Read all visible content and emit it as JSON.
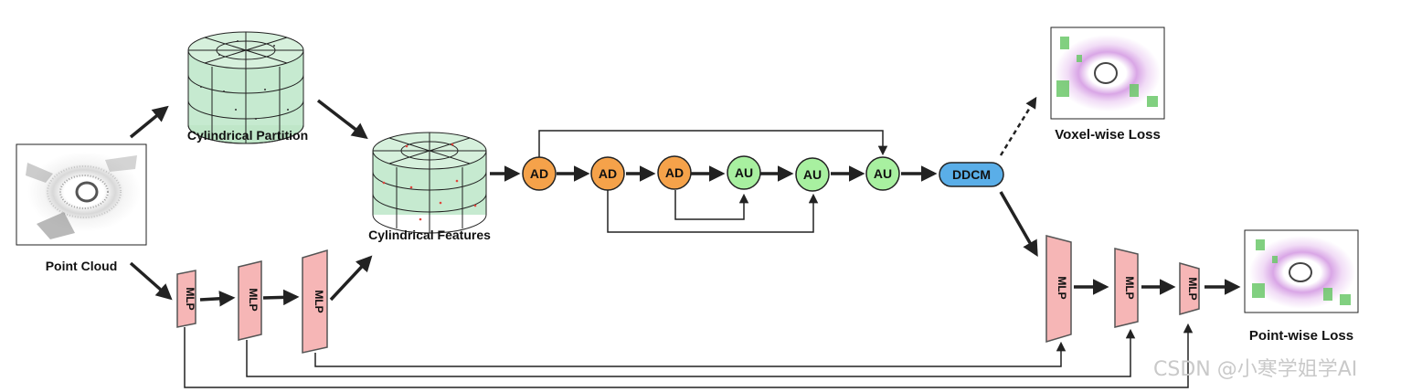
{
  "labels": {
    "point_cloud": "Point Cloud",
    "cylindrical_partition": "Cylindrical Partition",
    "cylindrical_features": "Cylindrical Features",
    "voxel_loss": "Voxel-wise Loss",
    "point_loss": "Point-wise Loss"
  },
  "nodes": {
    "ad1": "AD",
    "ad2": "AD",
    "ad3": "AD",
    "au1": "AU",
    "au2": "AU",
    "au3": "AU",
    "ddcm": "DDCM"
  },
  "mlp": {
    "label": "MLP"
  },
  "watermark": "CSDN @小寒学姐学AI",
  "colors": {
    "ad": "#f5a24a",
    "au": "#a8f0a0",
    "ddcm": "#5aaee8",
    "mlp": "#f6b6b6",
    "cylinder": "#bfe6c8",
    "arrow": "#222222"
  }
}
